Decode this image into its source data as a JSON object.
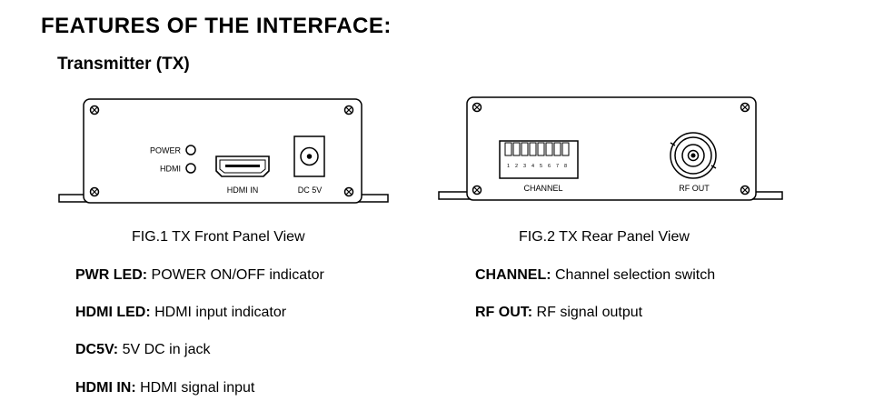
{
  "title": "FEATURES OF THE INTERFACE:",
  "section": "Transmitter (TX)",
  "front_panel": {
    "caption": "FIG.1 TX Front Panel View",
    "power_label": "POWER",
    "hdmi_led_label": "HDMI",
    "hdmi_in_label": "HDMI IN",
    "dc_label": "DC 5V"
  },
  "rear_panel": {
    "caption": "FIG.2 TX Rear Panel View",
    "channel_label": "CHANNEL",
    "switch_numbers": [
      "1",
      "2",
      "3",
      "4",
      "5",
      "6",
      "7",
      "8"
    ],
    "rf_out_label": "RF OUT"
  },
  "descriptions_left": [
    {
      "term": "PWR LED:",
      "text": " POWER ON/OFF indicator"
    },
    {
      "term": "HDMI LED:",
      "text": " HDMI input indicator"
    },
    {
      "term": "DC5V:",
      "text": " 5V DC in jack"
    },
    {
      "term": "HDMI IN:",
      "text": " HDMI signal input"
    }
  ],
  "descriptions_right": [
    {
      "term": "CHANNEL:",
      "text": " Channel selection switch"
    },
    {
      "term": "RF OUT:",
      "text": " RF signal output"
    }
  ]
}
